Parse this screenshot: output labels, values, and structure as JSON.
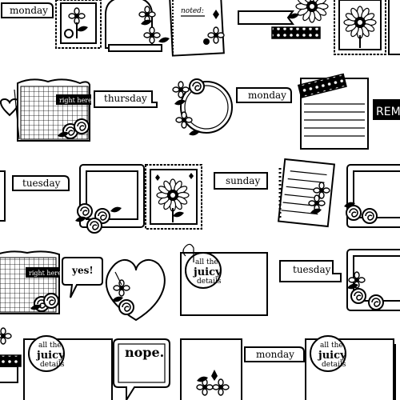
{
  "tabs": {
    "monday_1": "monday",
    "thursday": "thursday",
    "monday_2": "monday",
    "tuesday_1": "tuesday",
    "sunday": "sunday",
    "tuesday_2": "tuesday",
    "monday_3": "monday"
  },
  "banners": {
    "right_here_1": "right here",
    "right_here_2": "right here",
    "rem": "REM"
  },
  "notes": {
    "noted": "noted:"
  },
  "bubbles": {
    "yes": "yes!",
    "nope": "nope."
  },
  "juicy": {
    "all_the": "all the",
    "juicy": "juicy",
    "details": "details"
  },
  "palette": {
    "ink": "#000000",
    "paper": "#ffffff"
  }
}
